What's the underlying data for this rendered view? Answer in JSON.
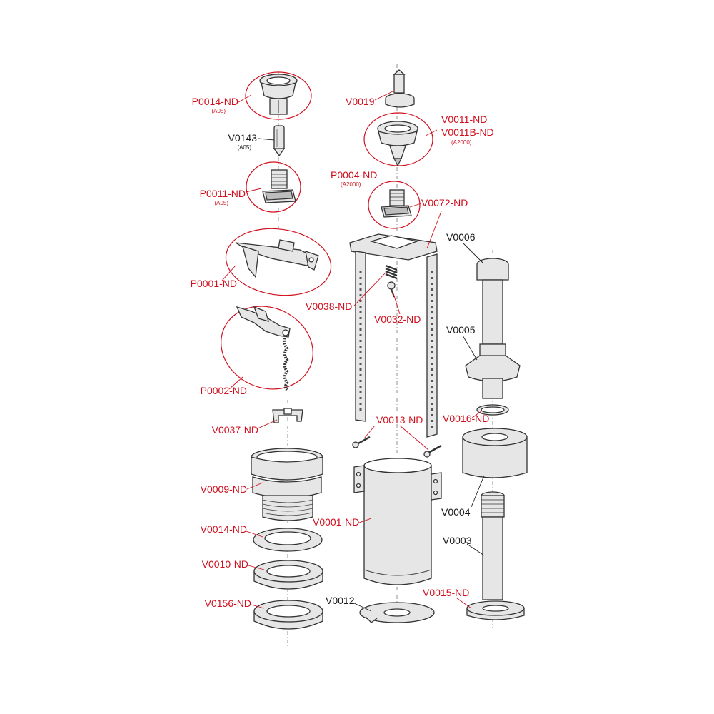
{
  "parts": {
    "p0014": {
      "code": "P0014-ND",
      "variant": "(A05)"
    },
    "v0143": {
      "code": "V0143",
      "variant": "(A05)"
    },
    "p0011": {
      "code": "P0011-ND",
      "variant": "(A05)"
    },
    "p0001": {
      "code": "P0001-ND"
    },
    "p0002": {
      "code": "P0002-ND"
    },
    "v0037": {
      "code": "V0037-ND"
    },
    "v0009": {
      "code": "V0009-ND"
    },
    "v0014": {
      "code": "V0014-ND"
    },
    "v0010": {
      "code": "V0010-ND"
    },
    "v0156": {
      "code": "V0156-ND"
    },
    "v0019": {
      "code": "V0019"
    },
    "v0011": {
      "code": "V0011-ND",
      "code_b": "V0011B-ND",
      "variant": "(A2000)"
    },
    "p0004": {
      "code": "P0004-ND",
      "variant": "(A2000)"
    },
    "v0072": {
      "code": "V0072-ND"
    },
    "v0038": {
      "code": "V0038-ND"
    },
    "v0032": {
      "code": "V0032-ND"
    },
    "v0013": {
      "code": "V0013-ND"
    },
    "v0001": {
      "code": "V0001-ND"
    },
    "v0012": {
      "code": "V0012"
    },
    "v0006": {
      "code": "V0006"
    },
    "v0005": {
      "code": "V0005"
    },
    "v0016": {
      "code": "V0016-ND"
    },
    "v0004": {
      "code": "V0004"
    },
    "v0003": {
      "code": "V0003"
    },
    "v0015": {
      "code": "V0015-ND"
    }
  },
  "colors": {
    "highlight": "#d0101e",
    "standard": "#1a1a1a"
  }
}
